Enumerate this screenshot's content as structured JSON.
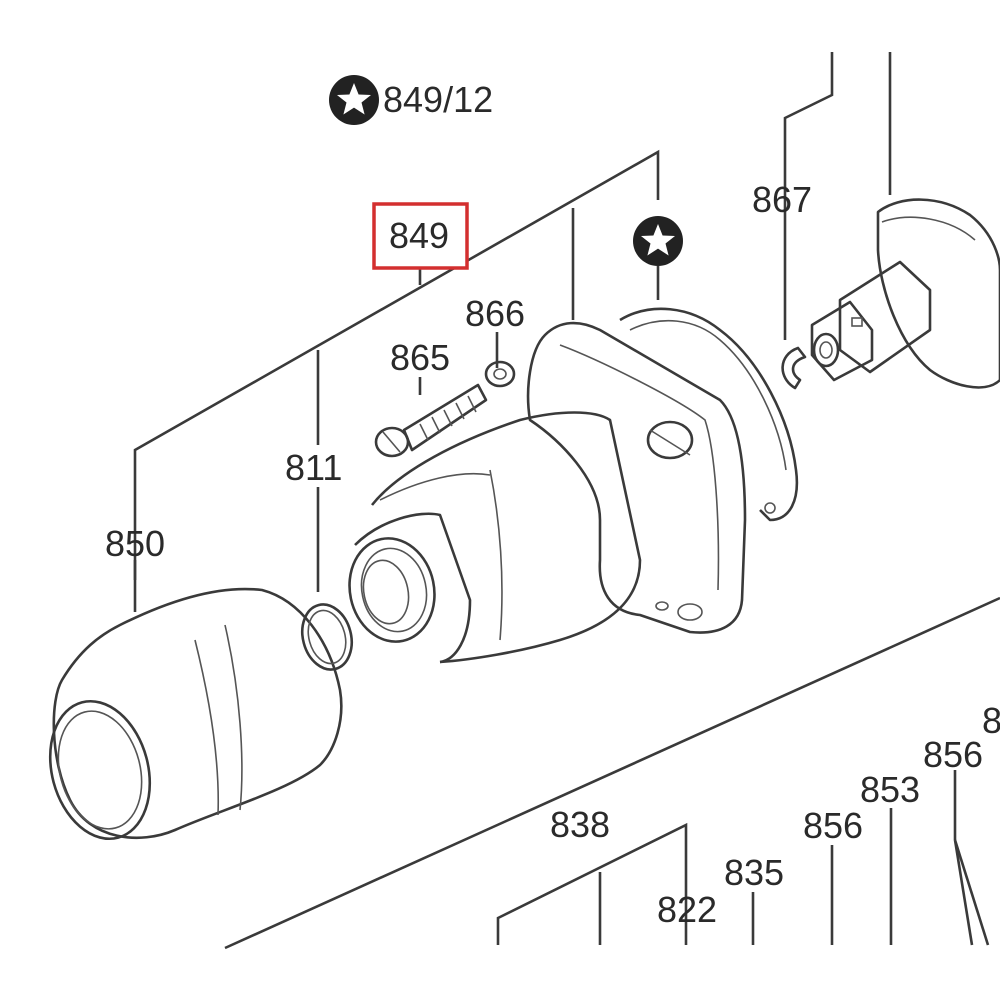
{
  "labels": {
    "l_849_12": "849/12",
    "l_849": "849",
    "l_867": "867",
    "l_866": "866",
    "l_865": "865",
    "l_811": "811",
    "l_850": "850",
    "l_838": "838",
    "l_835": "835",
    "l_822": "822",
    "l_856a": "856",
    "l_853": "853",
    "l_856b": "856",
    "l_8x": "8"
  },
  "colors": {
    "highlight": "#d32f2f",
    "line": "#3a3a3a",
    "star_bg": "#222222"
  },
  "icons": [
    "star-badge-icon"
  ]
}
